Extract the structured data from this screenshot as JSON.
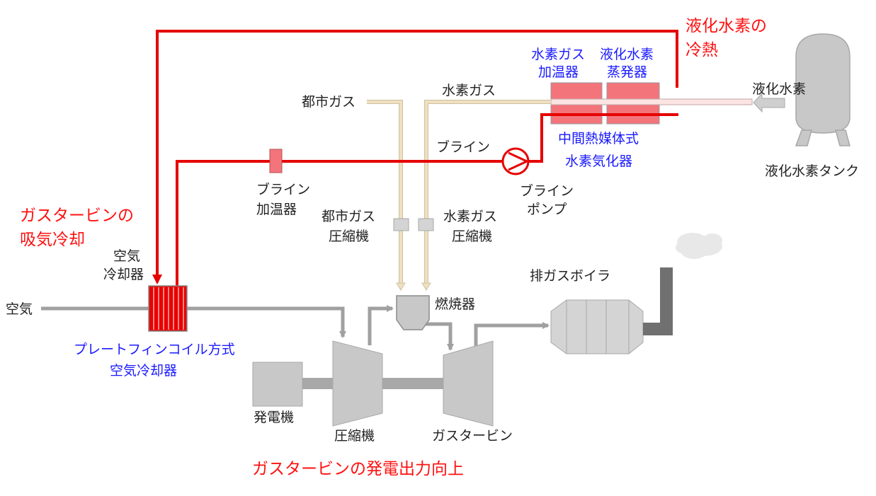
{
  "colors": {
    "cold_line": "#e60000",
    "equipment_red": "#f4747c",
    "gray_equipment": "#c8c8c8",
    "gas_pipe": "#eee0c0",
    "label_black": "#222222",
    "label_blue": "#1a1aff",
    "label_red": "#ff1010"
  },
  "headings": {
    "lh2_cold": [
      "液化水素の",
      "冷熱"
    ],
    "intake_cooling": [
      "ガスタービンの",
      "吸気冷却"
    ],
    "power_up": "ガスタービンの発電出力向上"
  },
  "labels": {
    "h2_heater": [
      "水素ガス",
      "加温器"
    ],
    "lh2_vaporizer": [
      "液化水素",
      "蒸発器"
    ],
    "intermediate_vaporizer": [
      "中間熱媒体式",
      "水素気化器"
    ],
    "plate_fin": [
      "プレートフィンコイル方式",
      "空気冷却器"
    ],
    "city_gas": "都市ガス",
    "h2_gas": "水素ガス",
    "brine": "ブライン",
    "lh2": "液化水素",
    "lh2_tank": "液化水素タンク",
    "brine_heater": [
      "ブライン",
      "加温器"
    ],
    "brine_pump": [
      "ブライン",
      "ポンプ"
    ],
    "city_gas_comp": [
      "都市ガス",
      "圧縮機"
    ],
    "h2_comp": [
      "水素ガス",
      "圧縮機"
    ],
    "air_cooler": [
      "空気",
      "冷却器"
    ],
    "air": "空気",
    "combustor": "燃焼器",
    "exhaust_boiler": "排ガスボイラ",
    "generator": "発電機",
    "compressor": "圧縮機",
    "gas_turbine": "ガスタービン"
  }
}
